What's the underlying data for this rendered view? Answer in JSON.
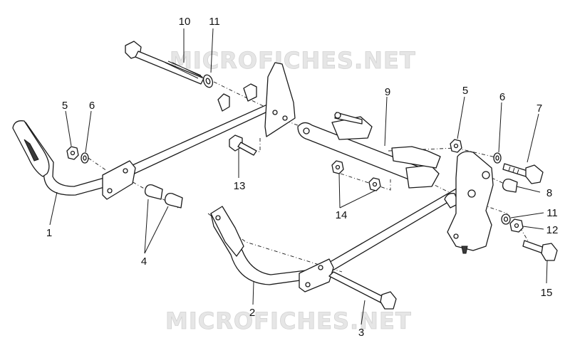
{
  "watermark": {
    "top": "MICROFICHES.NET",
    "bottom": "MICROFICHES.NET"
  },
  "callouts": [
    {
      "id": "c10",
      "text": "10"
    },
    {
      "id": "c11a",
      "text": "11"
    },
    {
      "id": "c9",
      "text": "9"
    },
    {
      "id": "c5a",
      "text": "5"
    },
    {
      "id": "c6a",
      "text": "6"
    },
    {
      "id": "c5b",
      "text": "5"
    },
    {
      "id": "c6b",
      "text": "6"
    },
    {
      "id": "c7",
      "text": "7"
    },
    {
      "id": "c13",
      "text": "13"
    },
    {
      "id": "c8",
      "text": "8"
    },
    {
      "id": "c14",
      "text": "14"
    },
    {
      "id": "c11b",
      "text": "11"
    },
    {
      "id": "c12",
      "text": "12"
    },
    {
      "id": "c1",
      "text": "1"
    },
    {
      "id": "c4",
      "text": "4"
    },
    {
      "id": "c15",
      "text": "15"
    },
    {
      "id": "c2",
      "text": "2"
    },
    {
      "id": "c3",
      "text": "3"
    }
  ]
}
